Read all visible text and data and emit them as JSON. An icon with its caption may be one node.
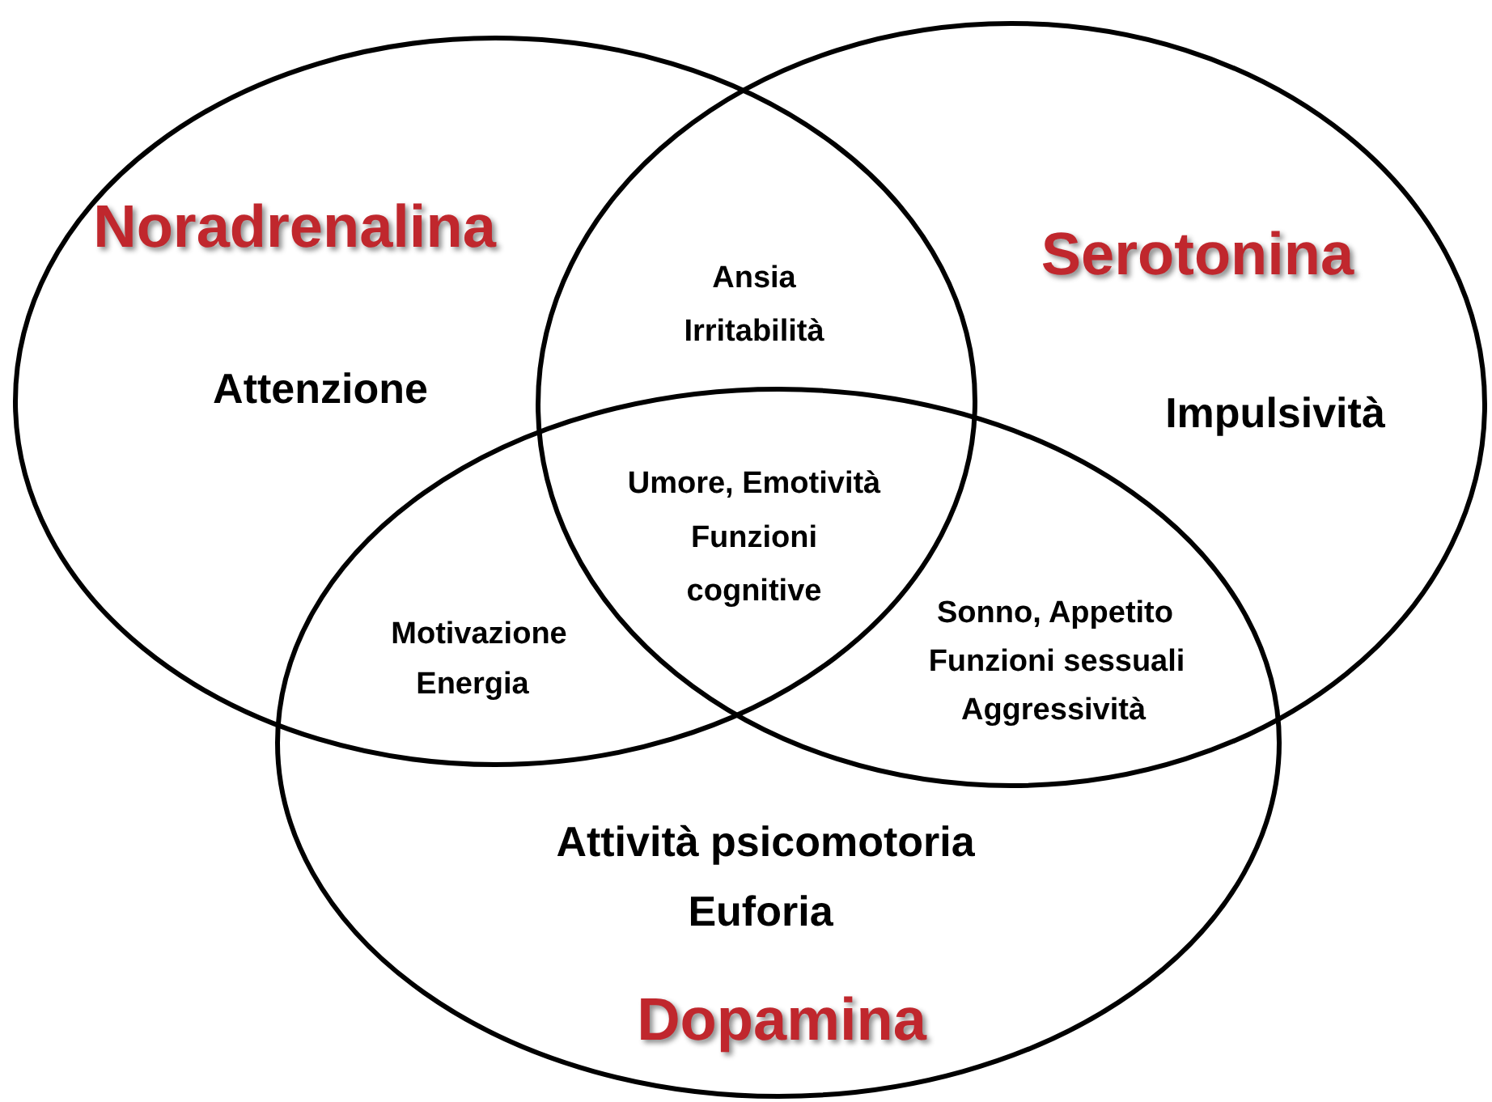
{
  "diagram": {
    "nodes": [
      {
        "text": [
          "Noradrenalina",
          "Attenzione"
        ]
      },
      {
        "text": [
          "Serotonina",
          "Impulsività"
        ]
      },
      {
        "text": [
          "Attività psicomotoria",
          "Euforia",
          "Dopamina"
        ]
      }
    ],
    "labels": [
      "Ansia",
      "Irritabilità",
      "Umore, Emotività",
      "Funzioni cognitive",
      "Motivazione",
      "Energia",
      "Sonno, Appetito",
      "Funzioni sessuali",
      "Aggressività"
    ]
  }
}
